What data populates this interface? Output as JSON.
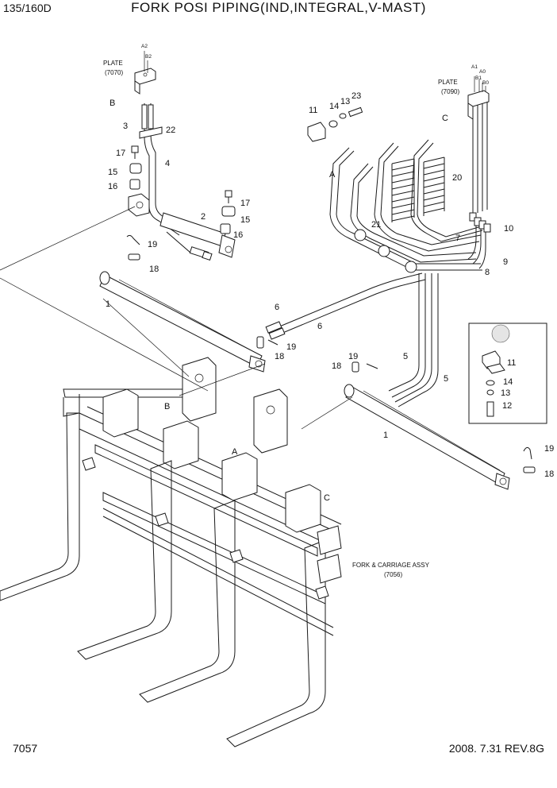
{
  "header": {
    "model": "135/160D",
    "title": "FORK POSI PIPING(IND,INTEGRAL,V-MAST)"
  },
  "footer": {
    "page": "7057",
    "revision": "2008. 7.31  REV.8G"
  },
  "notes": {
    "plate_left_label": "PLATE",
    "plate_left_ref": "(7070)",
    "plate_right_label": "PLATE",
    "plate_right_ref": "(7090)",
    "fork_assy_label": "FORK & CARRIAGE ASSY",
    "fork_assy_ref": "(7056)"
  },
  "port_labels": {
    "a2": "A2",
    "b2": "B2",
    "a1": "A1",
    "a0": "A0",
    "b1": "B1",
    "b0": "B0"
  },
  "view_labels": {
    "b_plate": "B",
    "c_plate": "C",
    "a_hoses": "A",
    "b_carriage": "B",
    "a_carriage": "A",
    "c_carriage": "C"
  },
  "callouts": [
    {
      "id": "c3",
      "text": "3"
    },
    {
      "id": "c22",
      "text": "22"
    },
    {
      "id": "c17a",
      "text": "17"
    },
    {
      "id": "c4",
      "text": "4"
    },
    {
      "id": "c15a",
      "text": "15"
    },
    {
      "id": "c16a",
      "text": "16"
    },
    {
      "id": "c17b",
      "text": "17"
    },
    {
      "id": "c2",
      "text": "2"
    },
    {
      "id": "c15b",
      "text": "15"
    },
    {
      "id": "c16b",
      "text": "16"
    },
    {
      "id": "c19a",
      "text": "19"
    },
    {
      "id": "c18a",
      "text": "18"
    },
    {
      "id": "c1a",
      "text": "1"
    },
    {
      "id": "c11",
      "text": "11"
    },
    {
      "id": "c14",
      "text": "14"
    },
    {
      "id": "c13",
      "text": "13"
    },
    {
      "id": "c23",
      "text": "23"
    },
    {
      "id": "c20",
      "text": "20"
    },
    {
      "id": "c21",
      "text": "21"
    },
    {
      "id": "c10",
      "text": "10"
    },
    {
      "id": "c7",
      "text": "7"
    },
    {
      "id": "c9",
      "text": "9"
    },
    {
      "id": "c8",
      "text": "8"
    },
    {
      "id": "c6a",
      "text": "6"
    },
    {
      "id": "c6b",
      "text": "6"
    },
    {
      "id": "c19b",
      "text": "19"
    },
    {
      "id": "c18b",
      "text": "18"
    },
    {
      "id": "c19c",
      "text": "19"
    },
    {
      "id": "c18c",
      "text": "18"
    },
    {
      "id": "c5a",
      "text": "5"
    },
    {
      "id": "c5b",
      "text": "5"
    },
    {
      "id": "c1b",
      "text": "1"
    },
    {
      "id": "c11b",
      "text": "11"
    },
    {
      "id": "c14b",
      "text": "14"
    },
    {
      "id": "c13b",
      "text": "13"
    },
    {
      "id": "c12",
      "text": "12"
    },
    {
      "id": "c19d",
      "text": "19"
    },
    {
      "id": "c18d",
      "text": "18"
    }
  ]
}
